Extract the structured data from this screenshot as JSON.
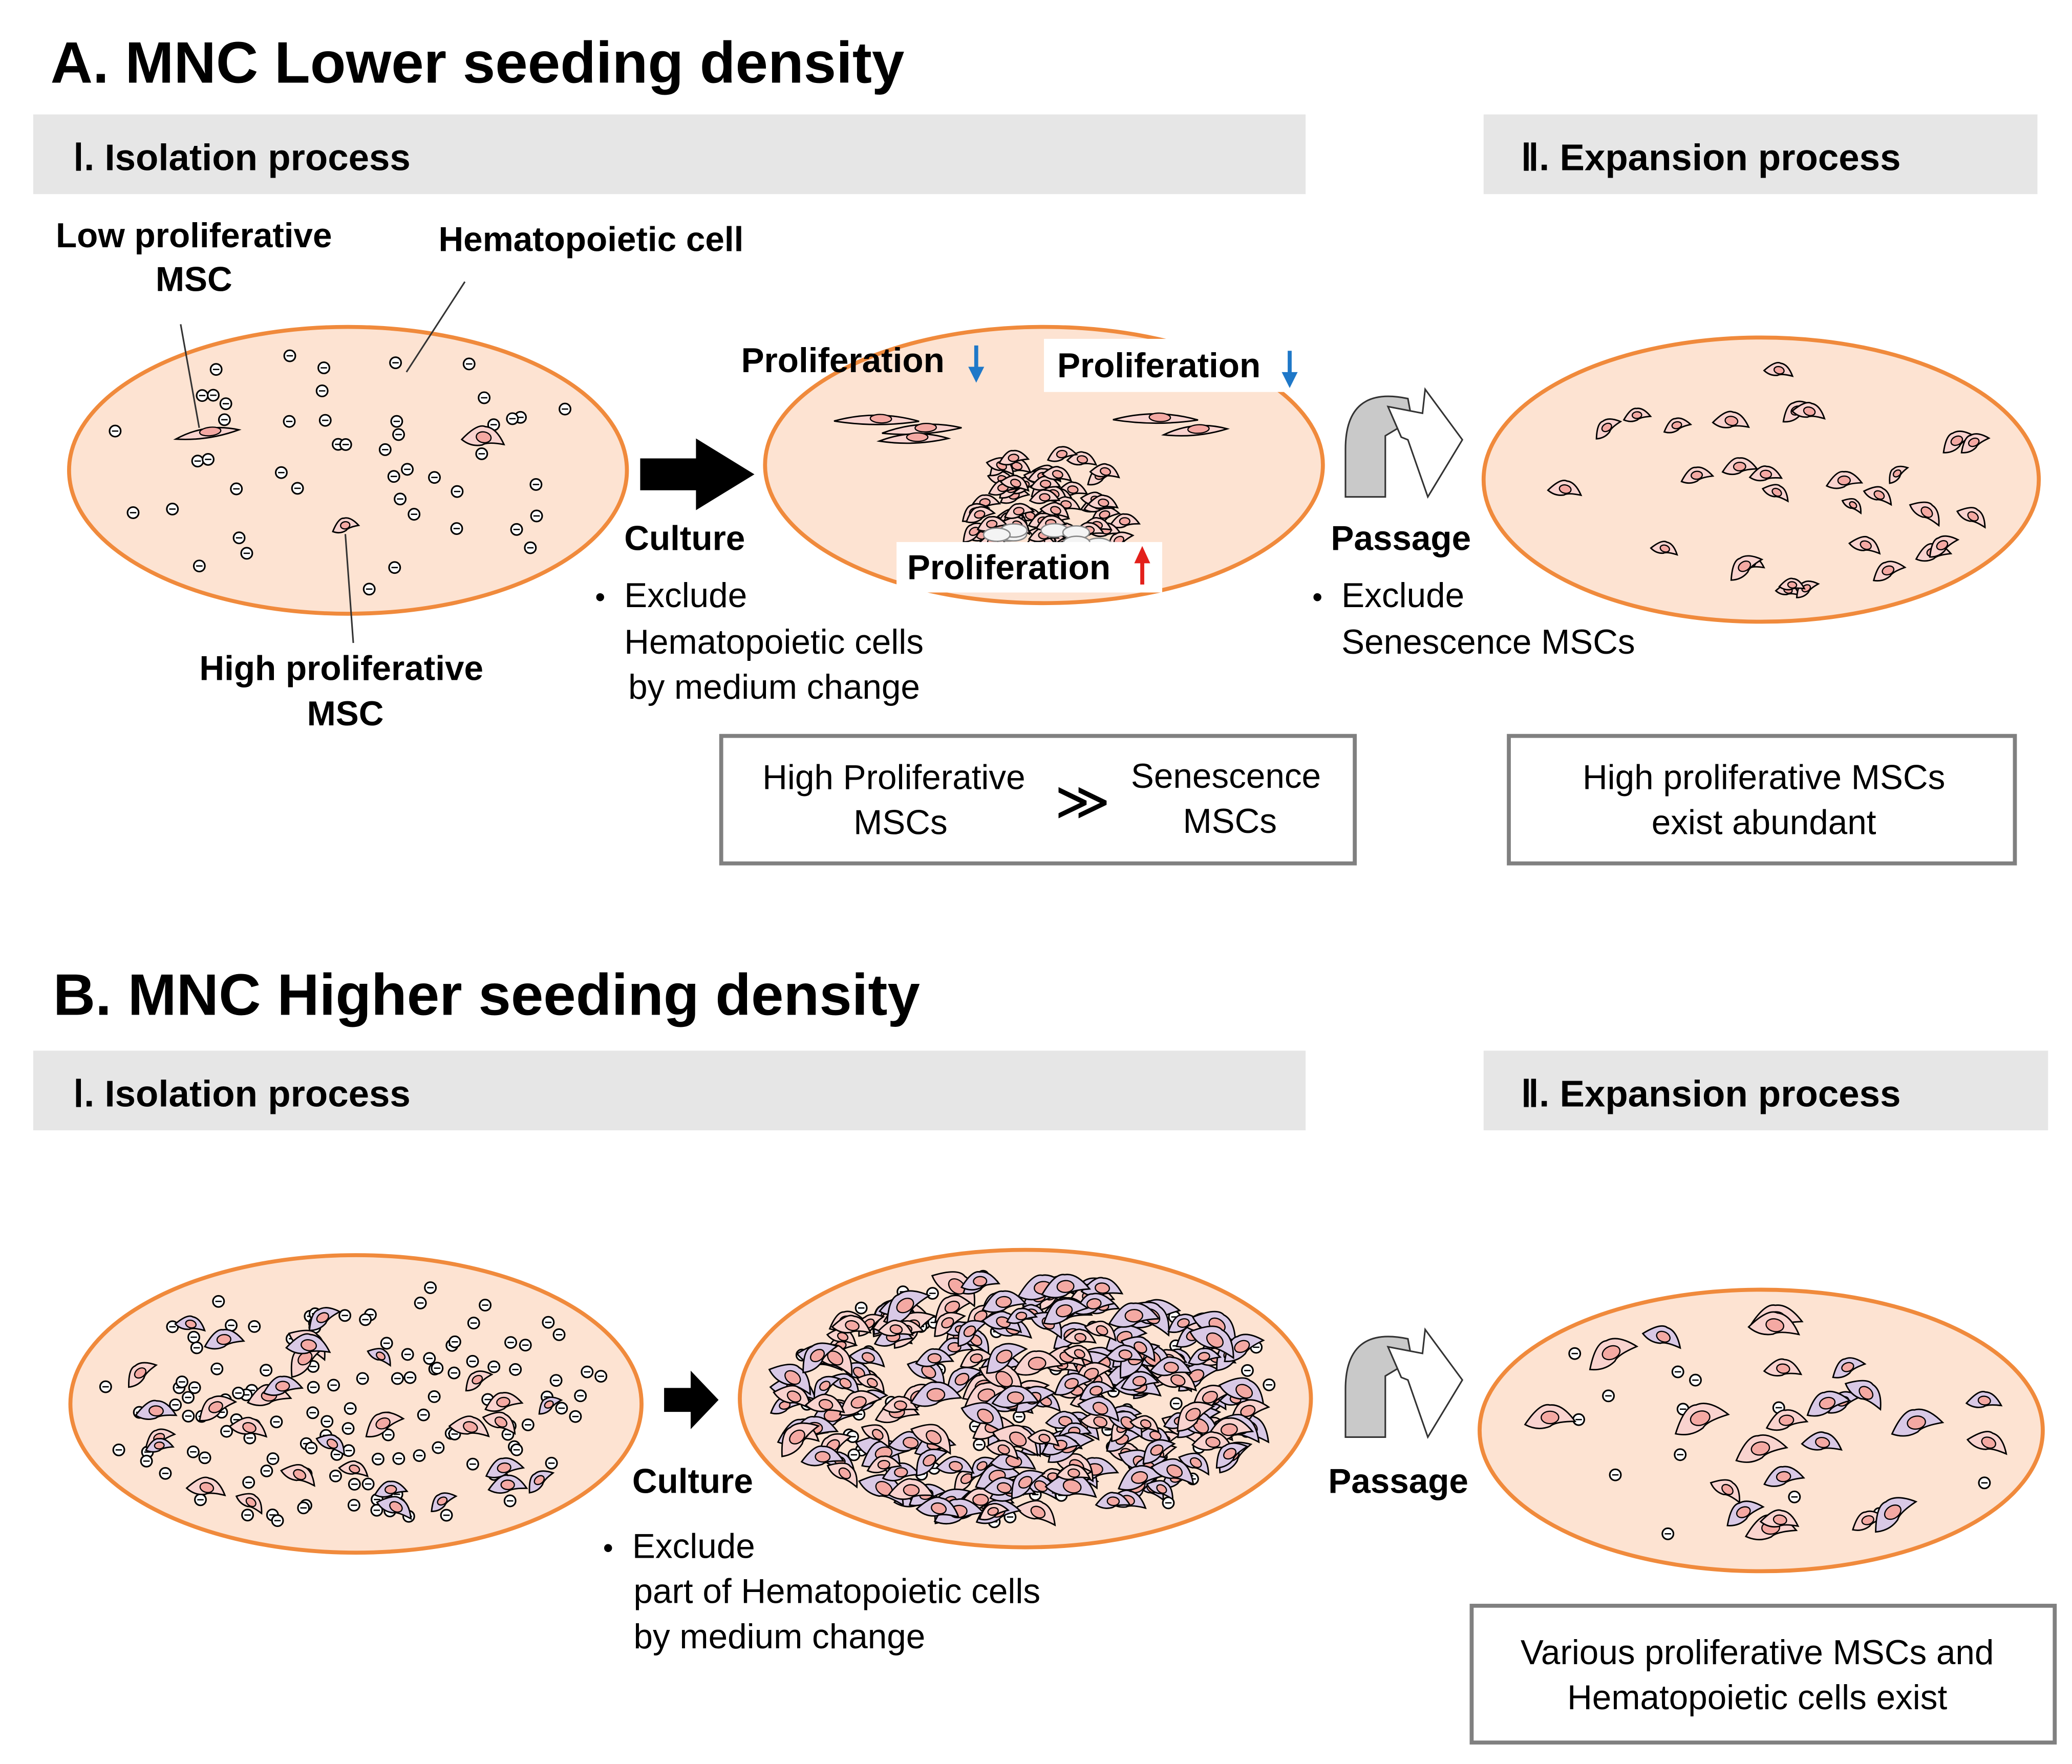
{
  "colors": {
    "dish_fill": "#fde3d2",
    "dish_stroke": "#f08a3c",
    "header_band": "#e6e6e6",
    "msc_body": "#f9d3cf",
    "msc_body_high": "#d9c9e6",
    "msc_nucleus": "#f4a9a3",
    "arrow_down": "#1f78c8",
    "arrow_up": "#e3201b",
    "passage_arrow": "#c9c9c9",
    "box_stroke": "#808080"
  },
  "panel_a": {
    "title": "A. MNC Lower seeding density",
    "isolation_header": "Ⅰ. Isolation process",
    "expansion_header": "Ⅱ. Expansion process",
    "label_low_1": "Low proliferative",
    "label_low_2": "MSC",
    "label_hema": "Hematopoietic cell",
    "label_high_1": "High proliferative",
    "label_high_2": "MSC",
    "culture": "Culture",
    "culture_bullet": "•",
    "culture_line1": "Exclude",
    "culture_line2": "Hematopoietic cells",
    "culture_line3": "by medium change",
    "prolif_label": "Proliferation",
    "passage": "Passage",
    "passage_bullet": "•",
    "passage_line1": "Exclude",
    "passage_line2": "Senescence MSCs",
    "box1_left_1": "High Proliferative",
    "box1_left_2": "MSCs",
    "box1_symbol": "≫",
    "box1_right_1": "Senescence",
    "box1_right_2": "MSCs",
    "box2_line1": "High proliferative MSCs",
    "box2_line2": "exist abundant"
  },
  "panel_b": {
    "title": "B. MNC Higher seeding density",
    "isolation_header": "Ⅰ. Isolation process",
    "expansion_header": "Ⅱ. Expansion process",
    "culture": "Culture",
    "culture_bullet": "•",
    "culture_line1": "Exclude",
    "culture_line2": "part of Hematopoietic cells",
    "culture_line3": "by medium change",
    "passage": "Passage",
    "box_line1": "Various proliferative MSCs and",
    "box_line2": "Hematopoietic cells exist"
  }
}
